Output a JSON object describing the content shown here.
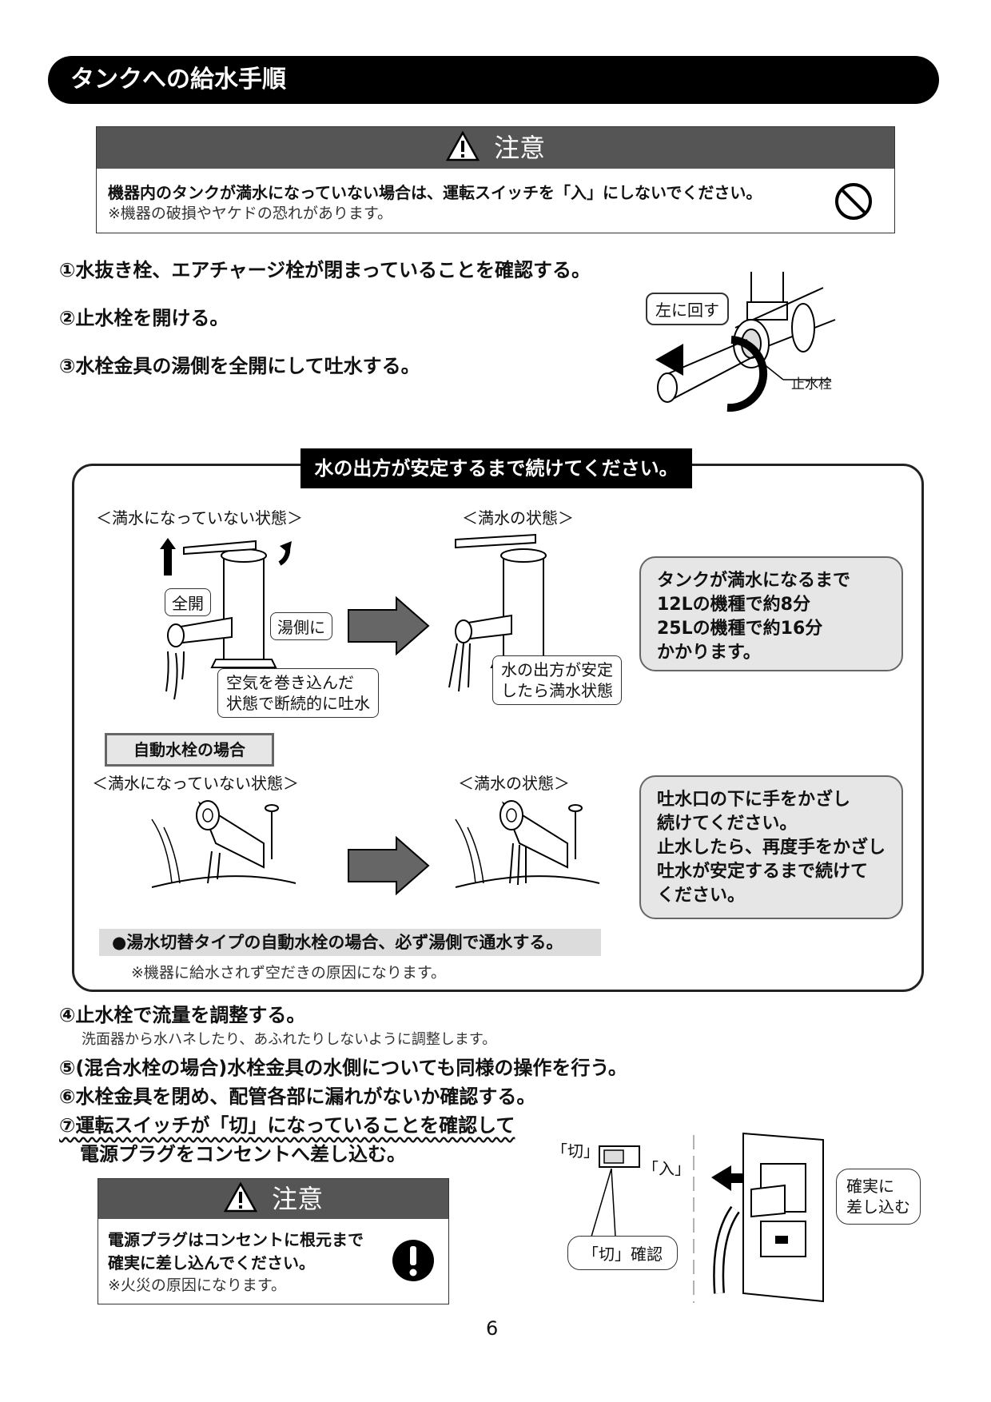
{
  "header": {
    "title": "タンクへの給水手順"
  },
  "caution1": {
    "heading": "注意",
    "line1": "機器内のタンクが満水になっていない場合は、運転スイッチを「入」にしないでください。",
    "line2": "※機器の破損やヤケドの恐れがあります。",
    "icon": "prohibited-icon"
  },
  "steps_top": [
    "①水抜き栓、エアチャージ栓が閉まっていることを確認する。",
    "②止水栓を開ける。",
    "③水栓金具の湯側を全開にして吐水する。"
  ],
  "valve_figure": {
    "turn_label": "左に回す",
    "valve_label": "止水栓"
  },
  "stable_section": {
    "heading": "水の出方が安定するまで続けてください。",
    "not_full_label": "＜満水になっていない状態＞",
    "full_label": "＜満水の状態＞",
    "full_open_label": "全開",
    "hot_side_label": "湯側に",
    "air_note": [
      "空気を巻き込んだ",
      "状態で断続的に吐水"
    ],
    "stable_note": [
      "水の出方が安定",
      "したら満水状態"
    ],
    "time_callout": [
      "タンクが満水になるまで",
      "12Lの機種で約8分",
      "25Lの機種で約16分",
      "かかります。"
    ],
    "auto_label": "自動水栓の場合",
    "auto_not_full_label": "＜満水になっていない状態＞",
    "auto_full_label": "＜満水の状態＞",
    "auto_callout": [
      "吐水口の下に手をかざし",
      "続けてください。",
      "止水したら、再度手をかざし",
      "吐水が安定するまで続けて",
      "ください。"
    ],
    "auto_note": "●湯水切替タイプの自動水栓の場合、必ず湯側で通水する。",
    "auto_subnote": "※機器に給水されず空だきの原因になります。"
  },
  "steps_bottom": {
    "s4": "④止水栓で流量を調整する。",
    "s4_note": "洗面器から水ハネしたり、あふれたりしないように調整します。",
    "s5": "⑤(混合水栓の場合)水栓金具の水側についても同様の操作を行う。",
    "s6": "⑥水栓金具を閉め、配管各部に漏れがないか確認する。",
    "s7a": "⑦運転スイッチが「切」になっていることを確認して",
    "s7b": "電源プラグをコンセントへ差し込む。"
  },
  "caution2": {
    "heading": "注意",
    "line1": "電源プラグはコンセントに根元まで",
    "line2": "確実に差し込んでください。",
    "line3": "※火災の原因になります。",
    "icon": "exclamation-icon"
  },
  "switch_figure": {
    "off_label": "「切」",
    "on_label": "「入」",
    "confirm_label": "「切」確認",
    "plug_label": [
      "確実に",
      "差し込む"
    ]
  },
  "page_number": "6"
}
